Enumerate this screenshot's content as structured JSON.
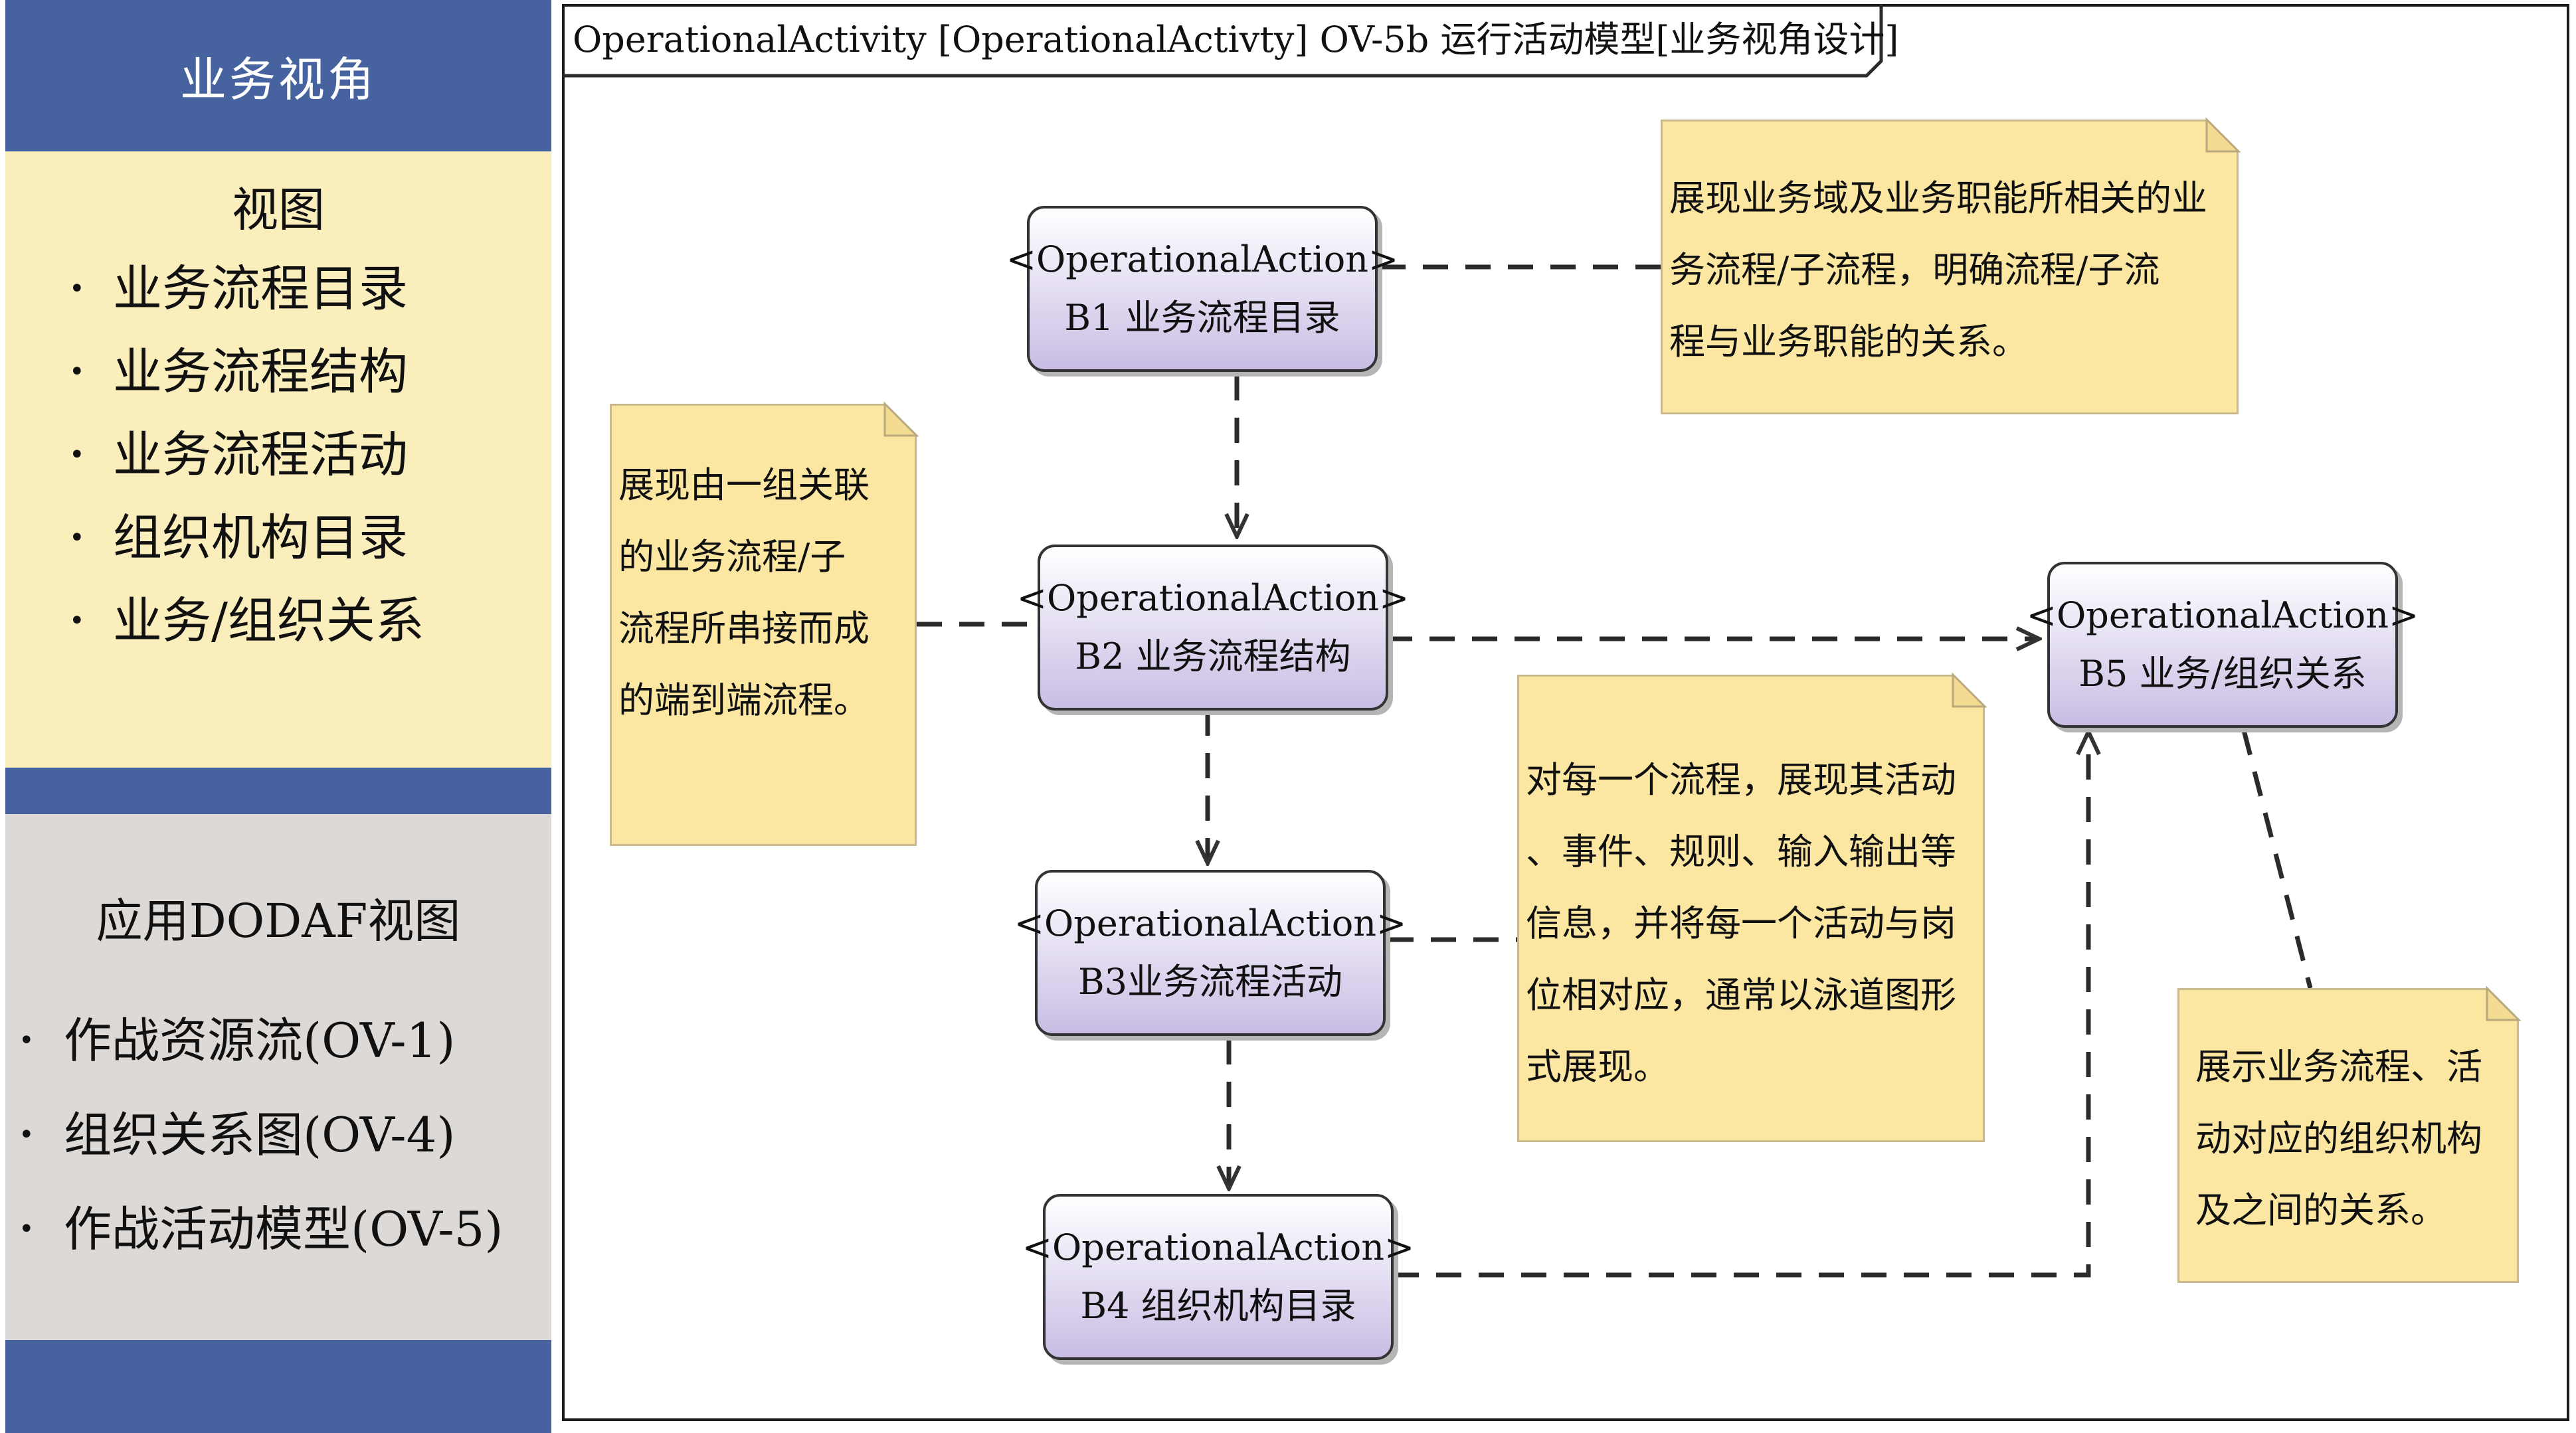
{
  "sidebar": {
    "header": "业务视角",
    "views_title": "视图",
    "views": [
      "业务流程目录",
      "业务流程结构",
      "业务流程活动",
      "组织机构目录",
      "业务/组织关系"
    ],
    "dodaf_title": "应用DODAF视图",
    "dodaf_items": [
      "作战资源流(OV-1)",
      "组织关系图(OV-4)",
      "作战活动模型(OV-5)"
    ],
    "bullet": "•"
  },
  "diagram": {
    "title": "OperationalActivity [OperationalActivty] OV-5b 运行活动模型[业务视角设计]",
    "stereotype": "<OperationalAction>",
    "nodes": {
      "b1": "B1 业务流程目录",
      "b2": "B2 业务流程结构",
      "b3": "B3业务流程活动",
      "b4": "B4 组织机构目录",
      "b5": "B5 业务/组织关系"
    },
    "notes": {
      "n1": [
        "展现业务域及业务职能所相关的业",
        "务流程/子流程，明确流程/子流",
        "程与业务职能的关系。"
      ],
      "n2": [
        "展现由一组关联",
        "的业务流程/子",
        "流程所串接而成",
        "的端到端流程。"
      ],
      "n3": [
        "对每一个流程，展现其活动",
        "、事件、规则、输入输出等",
        "信息，并将每一个活动与岗",
        "位相对应，通常以泳道图形",
        "式展现。"
      ],
      "n4": [
        "展示业务流程、活",
        "动对应的组织机构",
        "及之间的关系。"
      ]
    }
  },
  "colors": {
    "sidebar_blue": "#4663a0",
    "sidebar_cream": "#fbeebd",
    "sidebar_gray": "#dcd9d6",
    "note_yellow": "#fbe6a2",
    "node_purple": "#c9bde4"
  }
}
